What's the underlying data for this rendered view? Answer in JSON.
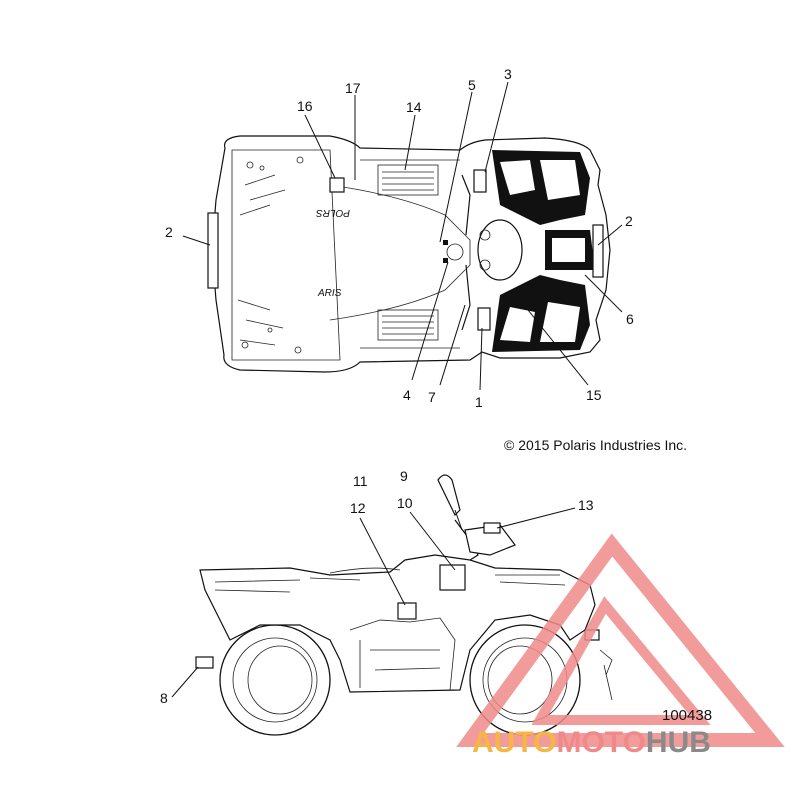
{
  "callouts": {
    "c1": "1",
    "c2a": "2",
    "c2b": "2",
    "c3": "3",
    "c4": "4",
    "c5": "5",
    "c6": "6",
    "c7": "7",
    "c8": "8",
    "c9": "9",
    "c10": "10",
    "c11": "11",
    "c12": "12",
    "c13": "13",
    "c14": "14",
    "c15": "15",
    "c16": "16",
    "c17": "17"
  },
  "copyright": "© 2015 Polaris Industries Inc.",
  "drawing_number": "100438",
  "watermark": {
    "word_a": "AUTO",
    "word_b": "MOTO",
    "word_c": "HUB",
    "color_primary": "#f08a8a",
    "color_accent": "#f5b642",
    "color_grey": "#8a8a8a"
  },
  "decal_text": {
    "top_upper": "POLRS",
    "top_lower": "ARIS"
  }
}
